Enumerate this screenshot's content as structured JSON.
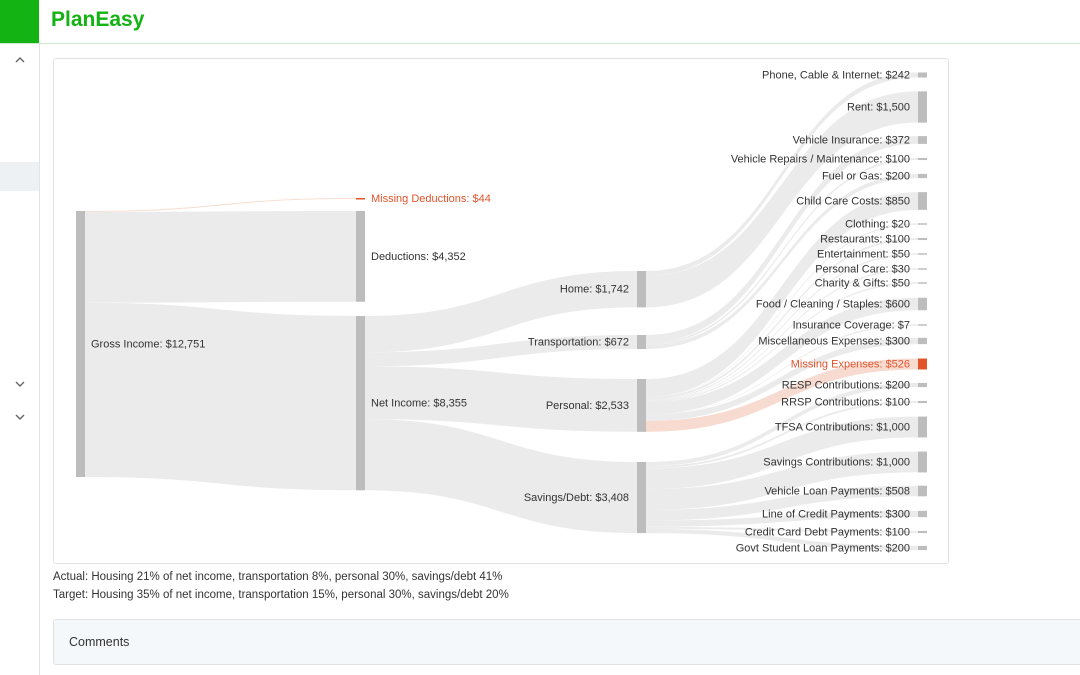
{
  "app": {
    "name": "PlanEasy"
  },
  "colors": {
    "brand": "#12b312",
    "node": "#bdbdbd",
    "link": "#e8e8e8",
    "missing": "#e2542c",
    "missing_link": "#f6d5c9"
  },
  "sankey": {
    "source": {
      "id": "gross",
      "label": "Gross Income: $12,751"
    },
    "level1": [
      {
        "id": "missing_ded",
        "label": "Missing Deductions: $44",
        "value": 44,
        "missing": true
      },
      {
        "id": "deductions",
        "label": "Deductions: $4,352",
        "value": 4352
      },
      {
        "id": "net",
        "label": "Net Income: $8,355",
        "value": 8355
      }
    ],
    "categories": [
      {
        "id": "home",
        "label": "Home: $1,742",
        "value": 1742
      },
      {
        "id": "transport",
        "label": "Transportation: $672",
        "value": 672
      },
      {
        "id": "personal",
        "label": "Personal: $2,533",
        "value": 2533
      },
      {
        "id": "savings",
        "label": "Savings/Debt: $3,408",
        "value": 3408
      }
    ],
    "expenses": [
      {
        "label": "Phone, Cable & Internet: $242",
        "value": 242,
        "cat": "home"
      },
      {
        "label": "Rent: $1,500",
        "value": 1500,
        "cat": "home"
      },
      {
        "label": "Vehicle Insurance: $372",
        "value": 372,
        "cat": "transport"
      },
      {
        "label": "Vehicle Repairs / Maintenance: $100",
        "value": 100,
        "cat": "transport"
      },
      {
        "label": "Fuel or Gas: $200",
        "value": 200,
        "cat": "transport"
      },
      {
        "label": "Child Care Costs: $850",
        "value": 850,
        "cat": "personal"
      },
      {
        "label": "Clothing: $20",
        "value": 20,
        "cat": "personal"
      },
      {
        "label": "Restaurants: $100",
        "value": 100,
        "cat": "personal"
      },
      {
        "label": "Entertainment: $50",
        "value": 50,
        "cat": "personal"
      },
      {
        "label": "Personal Care: $30",
        "value": 30,
        "cat": "personal"
      },
      {
        "label": "Charity & Gifts: $50",
        "value": 50,
        "cat": "personal"
      },
      {
        "label": "Food / Cleaning / Staples: $600",
        "value": 600,
        "cat": "personal"
      },
      {
        "label": "Insurance Coverage: $7",
        "value": 7,
        "cat": "personal"
      },
      {
        "label": "Miscellaneous Expenses: $300",
        "value": 300,
        "cat": "personal"
      },
      {
        "label": "Missing Expenses: $526",
        "value": 526,
        "cat": "personal",
        "missing": true
      },
      {
        "label": "RESP Contributions: $200",
        "value": 200,
        "cat": "savings"
      },
      {
        "label": "RRSP Contributions: $100",
        "value": 100,
        "cat": "savings"
      },
      {
        "label": "TFSA Contributions: $1,000",
        "value": 1000,
        "cat": "savings"
      },
      {
        "label": "Savings Contributions: $1,000",
        "value": 1000,
        "cat": "savings"
      },
      {
        "label": "Vehicle Loan Payments: $508",
        "value": 508,
        "cat": "savings"
      },
      {
        "label": "Line of Credit Payments: $300",
        "value": 300,
        "cat": "savings"
      },
      {
        "label": "Credit Card Debt Payments: $100",
        "value": 100,
        "cat": "savings"
      },
      {
        "label": "Govt Student Loan Payments: $200",
        "value": 200,
        "cat": "savings"
      }
    ]
  },
  "summary": {
    "actual": "Actual: Housing 21% of net income, transportation 8%, personal 30%, savings/debt 41%",
    "target": "Target: Housing 35% of net income, transportation 15%, personal 30%, savings/debt 20%"
  },
  "comments": {
    "title": "Comments"
  }
}
